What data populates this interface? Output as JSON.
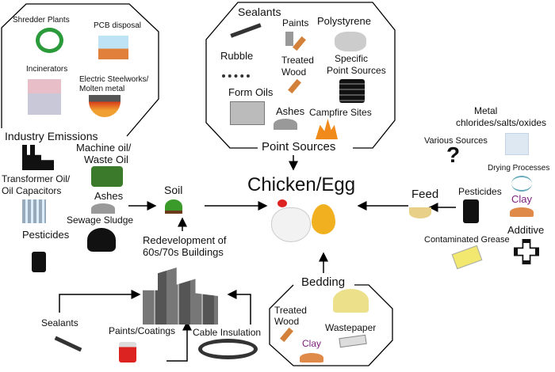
{
  "center": {
    "title": "Chicken/Egg"
  },
  "industry": {
    "title": "Industry Emissions",
    "items": [
      "Shredder Plants",
      "PCB disposal",
      "Incinerators",
      "Electric Steelworks/",
      "Molten metal"
    ]
  },
  "point_sources": {
    "title": "Point Sources",
    "items": {
      "sealants": "Sealants",
      "paints": "Paints",
      "polystyrene": "Polystyrene",
      "rubble": "Rubble",
      "treated1": "Treated",
      "treated2": "Wood",
      "specific1": "Specific",
      "specific2": "Point Sources",
      "form_oils": "Form Oils",
      "ashes": "Ashes",
      "campfire": "Campfire Sites"
    }
  },
  "soil": {
    "title": "Soil",
    "machine1": "Machine oil/",
    "machine2": "Waste Oil",
    "transformer1": "Transformer Oil/",
    "transformer2": "Oil Capacitors",
    "ashes": "Ashes",
    "sewage": "Sewage Sludge",
    "pesticides": "Pesticides",
    "redev1": "Redevelopment of",
    "redev2": "60s/70s Buildings"
  },
  "buildings": {
    "sealants": "Sealants",
    "paints": "Paints/Coatings",
    "cable": "Cable Insulation"
  },
  "feed": {
    "title": "Feed",
    "metal1": "Metal",
    "metal2": "chlorides/salts/oxides",
    "various": "Various Sources",
    "question": "?",
    "drying": "Drying Processes",
    "pesticides": "Pesticides",
    "clay": "Clay",
    "additive": "Additive",
    "grease": "Contaminated Grease"
  },
  "bedding": {
    "title": "Bedding",
    "treated1": "Treated",
    "treated2": "Wood",
    "clay": "Clay",
    "wastepaper": "Wastepaper"
  },
  "colors": {
    "clay_text": "#7a1f7a",
    "clay": "#e08a4a",
    "egg": "#f0b020"
  }
}
